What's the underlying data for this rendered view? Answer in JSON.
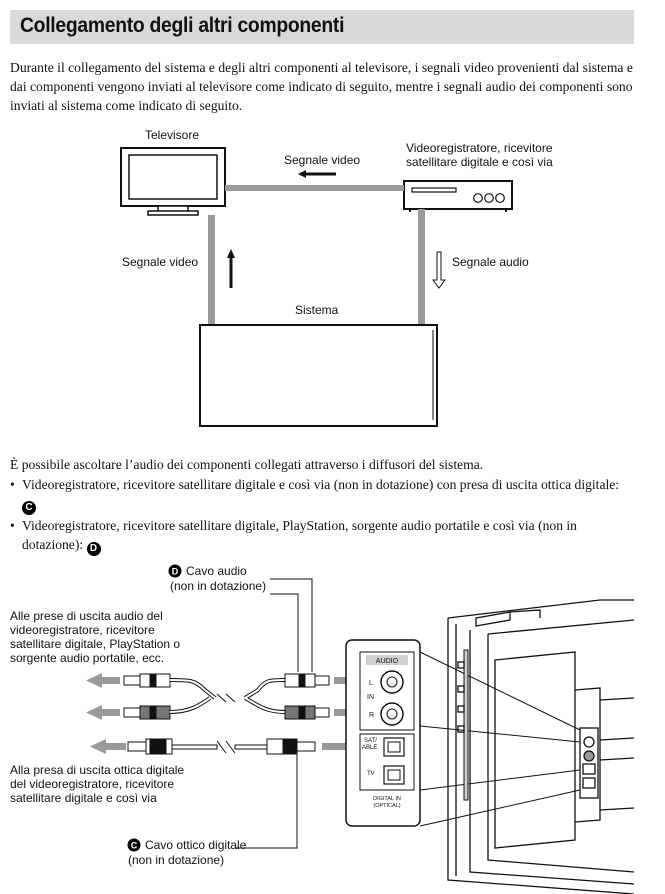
{
  "title": "Collegamento degli altri componenti",
  "intro": "Durante il collegamento del sistema e degli altri componenti al televisore, i segnali video provenienti dal sistema e dai componenti vengono inviati al televisore come indicato di seguito, mentre i segnali audio dei componenti sono inviati al sistema come indicato di seguito.",
  "diagram1": {
    "tv": "Televisore",
    "vcr_line1": "Videoregistratore, ricevitore",
    "vcr_line2": "satellitare digitale e così via",
    "signal_video_top": "Segnale video",
    "signal_video_left": "Segnale video",
    "signal_audio": "Segnale audio",
    "system": "Sistema"
  },
  "paragraph2": "È possibile ascoltare l’audio dei componenti collegati attraverso i diffusori del sistema.",
  "bullets": [
    {
      "marker": "•",
      "text": "Videoregistratore, ricevitore satellitare digitale e così via (non in dotazione) con presa di uscita ottica digitale: ",
      "badge": "C"
    },
    {
      "marker": "•",
      "text": "Videoregistratore, ricevitore satellitare digitale, PlayStation, sorgente audio portatile e così via (non in dotazione): ",
      "badge": "D"
    }
  ],
  "diagram2": {
    "badge_d": "D",
    "cable_audio_1": "Cavo audio",
    "cable_audio_2": "(non in dotazione)",
    "audio_out_1": "Alle prese di uscita audio del",
    "audio_out_2": "videoregistratore, ricevitore",
    "audio_out_3": "satellitare digitale, PlayStation o",
    "audio_out_4": "sorgente audio portatile, ecc.",
    "optical_out_1": "Alla presa di uscita ottica digitale",
    "optical_out_2": "del videoregistratore, ricevitore",
    "optical_out_3": "satellitare digitale e così via",
    "badge_c": "C",
    "cable_optical_1": "Cavo ottico digitale",
    "cable_optical_2": "(non in dotazione)",
    "panel_audio": "AUDIO",
    "panel_l": "L",
    "panel_in": "IN",
    "panel_r": "R",
    "panel_sat_1": "SAT/",
    "panel_sat_2": "ABLE",
    "panel_tv": "TV",
    "panel_digital_1": "DIGITAL IN",
    "panel_digital_2": "(OPTICAL)"
  }
}
